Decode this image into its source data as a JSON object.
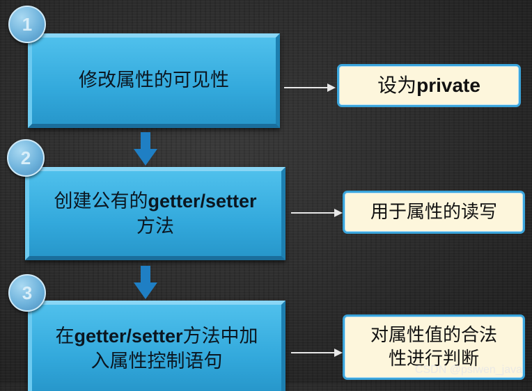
{
  "steps": [
    {
      "number": "1",
      "text_a": "修改属性的可见性",
      "text_bold": "",
      "text_b": "",
      "line2": ""
    },
    {
      "number": "2",
      "text_a": "创建公有的",
      "text_bold": "getter/setter",
      "text_b": "",
      "line2": "方法"
    },
    {
      "number": "3",
      "text_a": "在",
      "text_bold": "getter/setter",
      "text_b": "方法中加",
      "line2": "入属性控制语句"
    }
  ],
  "notes": [
    {
      "text_a": "设为",
      "text_bold": "private",
      "line2": ""
    },
    {
      "text_a": "用于属性的读写",
      "text_bold": "",
      "line2": ""
    },
    {
      "text_a": "对属性值的合法",
      "text_bold": "",
      "line2": "性进行判断"
    }
  ],
  "watermark": "CSDN @psiwen_java",
  "colors": {
    "box_blue": "#33a9dc",
    "note_bg": "#fdf6dc",
    "note_border": "#3aa5dc",
    "arrow_blue": "#1f7fc4"
  }
}
